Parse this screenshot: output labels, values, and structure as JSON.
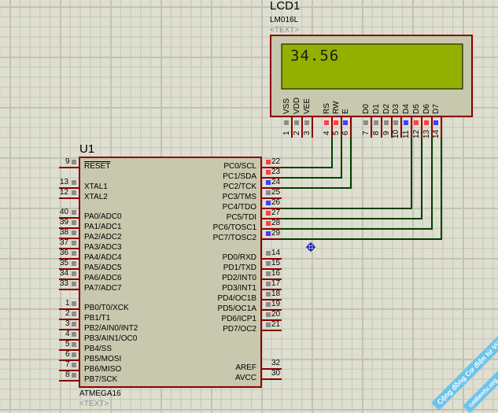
{
  "lcd": {
    "ref": "LCD1",
    "model": "LM016L",
    "text_placeholder": "<TEXT>",
    "display_text": "34.56",
    "pins": [
      {
        "num": "1",
        "name": "VSS",
        "state": "gray"
      },
      {
        "num": "2",
        "name": "VDD",
        "state": "gray"
      },
      {
        "num": "3",
        "name": "VEE",
        "state": "gray"
      },
      {
        "num": "4",
        "name": "RS",
        "state": "red"
      },
      {
        "num": "5",
        "name": "RW",
        "state": "red"
      },
      {
        "num": "6",
        "name": "E",
        "state": "blue"
      },
      {
        "num": "7",
        "name": "D0",
        "state": "gray"
      },
      {
        "num": "8",
        "name": "D1",
        "state": "gray"
      },
      {
        "num": "9",
        "name": "D2",
        "state": "gray"
      },
      {
        "num": "10",
        "name": "D3",
        "state": "gray"
      },
      {
        "num": "11",
        "name": "D4",
        "state": "blue"
      },
      {
        "num": "12",
        "name": "D5",
        "state": "red"
      },
      {
        "num": "13",
        "name": "D6",
        "state": "red"
      },
      {
        "num": "14",
        "name": "D7",
        "state": "blue"
      }
    ]
  },
  "mcu": {
    "ref": "U1",
    "model": "ATMEGA16",
    "text_placeholder": "<TEXT>",
    "left_pins": [
      {
        "num": "9",
        "name": "RESET",
        "overline": true,
        "state": "gray"
      },
      {
        "num": "13",
        "name": "XTAL1",
        "state": "gray"
      },
      {
        "num": "12",
        "name": "XTAL2",
        "state": "gray"
      },
      {
        "num": "40",
        "name": "PA0/ADC0",
        "state": "gray"
      },
      {
        "num": "39",
        "name": "PA1/ADC1",
        "state": "gray"
      },
      {
        "num": "38",
        "name": "PA2/ADC2",
        "state": "gray"
      },
      {
        "num": "37",
        "name": "PA3/ADC3",
        "state": "gray"
      },
      {
        "num": "36",
        "name": "PA4/ADC4",
        "state": "gray"
      },
      {
        "num": "35",
        "name": "PA5/ADC5",
        "state": "gray"
      },
      {
        "num": "34",
        "name": "PA6/ADC6",
        "state": "gray"
      },
      {
        "num": "33",
        "name": "PA7/ADC7",
        "state": "gray"
      },
      {
        "num": "1",
        "name": "PB0/T0/XCK",
        "state": "gray"
      },
      {
        "num": "2",
        "name": "PB1/T1",
        "state": "gray"
      },
      {
        "num": "3",
        "name": "PB2/AIN0/INT2",
        "state": "gray"
      },
      {
        "num": "4",
        "name": "PB3/AIN1/OC0",
        "state": "gray"
      },
      {
        "num": "5",
        "name": "PB4/SS",
        "state": "gray"
      },
      {
        "num": "6",
        "name": "PB5/MOSI",
        "state": "gray"
      },
      {
        "num": "7",
        "name": "PB6/MISO",
        "state": "gray"
      },
      {
        "num": "8",
        "name": "PB7/SCK",
        "state": "gray"
      }
    ],
    "right_pins": [
      {
        "num": "22",
        "name": "PC0/SCL",
        "state": "red"
      },
      {
        "num": "23",
        "name": "PC1/SDA",
        "state": "red"
      },
      {
        "num": "24",
        "name": "PC2/TCK",
        "state": "blue"
      },
      {
        "num": "25",
        "name": "PC3/TMS",
        "state": "gray"
      },
      {
        "num": "26",
        "name": "PC4/TDO",
        "state": "blue"
      },
      {
        "num": "27",
        "name": "PC5/TDI",
        "state": "red"
      },
      {
        "num": "28",
        "name": "PC6/TOSC1",
        "state": "red"
      },
      {
        "num": "29",
        "name": "PC7/TOSC2",
        "state": "blue"
      },
      {
        "num": "14",
        "name": "PD0/RXD",
        "state": "gray"
      },
      {
        "num": "15",
        "name": "PD1/TXD",
        "state": "gray"
      },
      {
        "num": "16",
        "name": "PD2/INT0",
        "state": "gray"
      },
      {
        "num": "17",
        "name": "PD3/INT1",
        "state": "gray"
      },
      {
        "num": "18",
        "name": "PD4/OC1B",
        "state": "gray"
      },
      {
        "num": "19",
        "name": "PD5/OC1A",
        "state": "gray"
      },
      {
        "num": "20",
        "name": "PD6/ICP1",
        "state": "gray"
      },
      {
        "num": "21",
        "name": "PD7/OC2",
        "state": "gray"
      },
      {
        "num": "32",
        "name": "AREF",
        "state": "none"
      },
      {
        "num": "30",
        "name": "AVCC",
        "state": "none"
      }
    ]
  },
  "connections": [
    {
      "from": "22",
      "to": "4"
    },
    {
      "from": "23",
      "to": "5"
    },
    {
      "from": "24",
      "to": "6"
    },
    {
      "from": "26",
      "to": "11"
    },
    {
      "from": "27",
      "to": "12"
    },
    {
      "from": "28",
      "to": "13"
    },
    {
      "from": "29",
      "to": "14"
    }
  ],
  "colors": {
    "component_border": "#8b0000",
    "component_fill": "#c8c8ae",
    "lcd_screen": "#93b000",
    "wire": "#004000",
    "state_red": "#ff4040",
    "state_blue": "#4040ff",
    "state_gray": "#8c8c8c",
    "cursor": "#0000c0"
  },
  "watermark": {
    "line1": "Cộng đồng Cơ điện tử Việt Nam",
    "line2": "codientu.org"
  }
}
